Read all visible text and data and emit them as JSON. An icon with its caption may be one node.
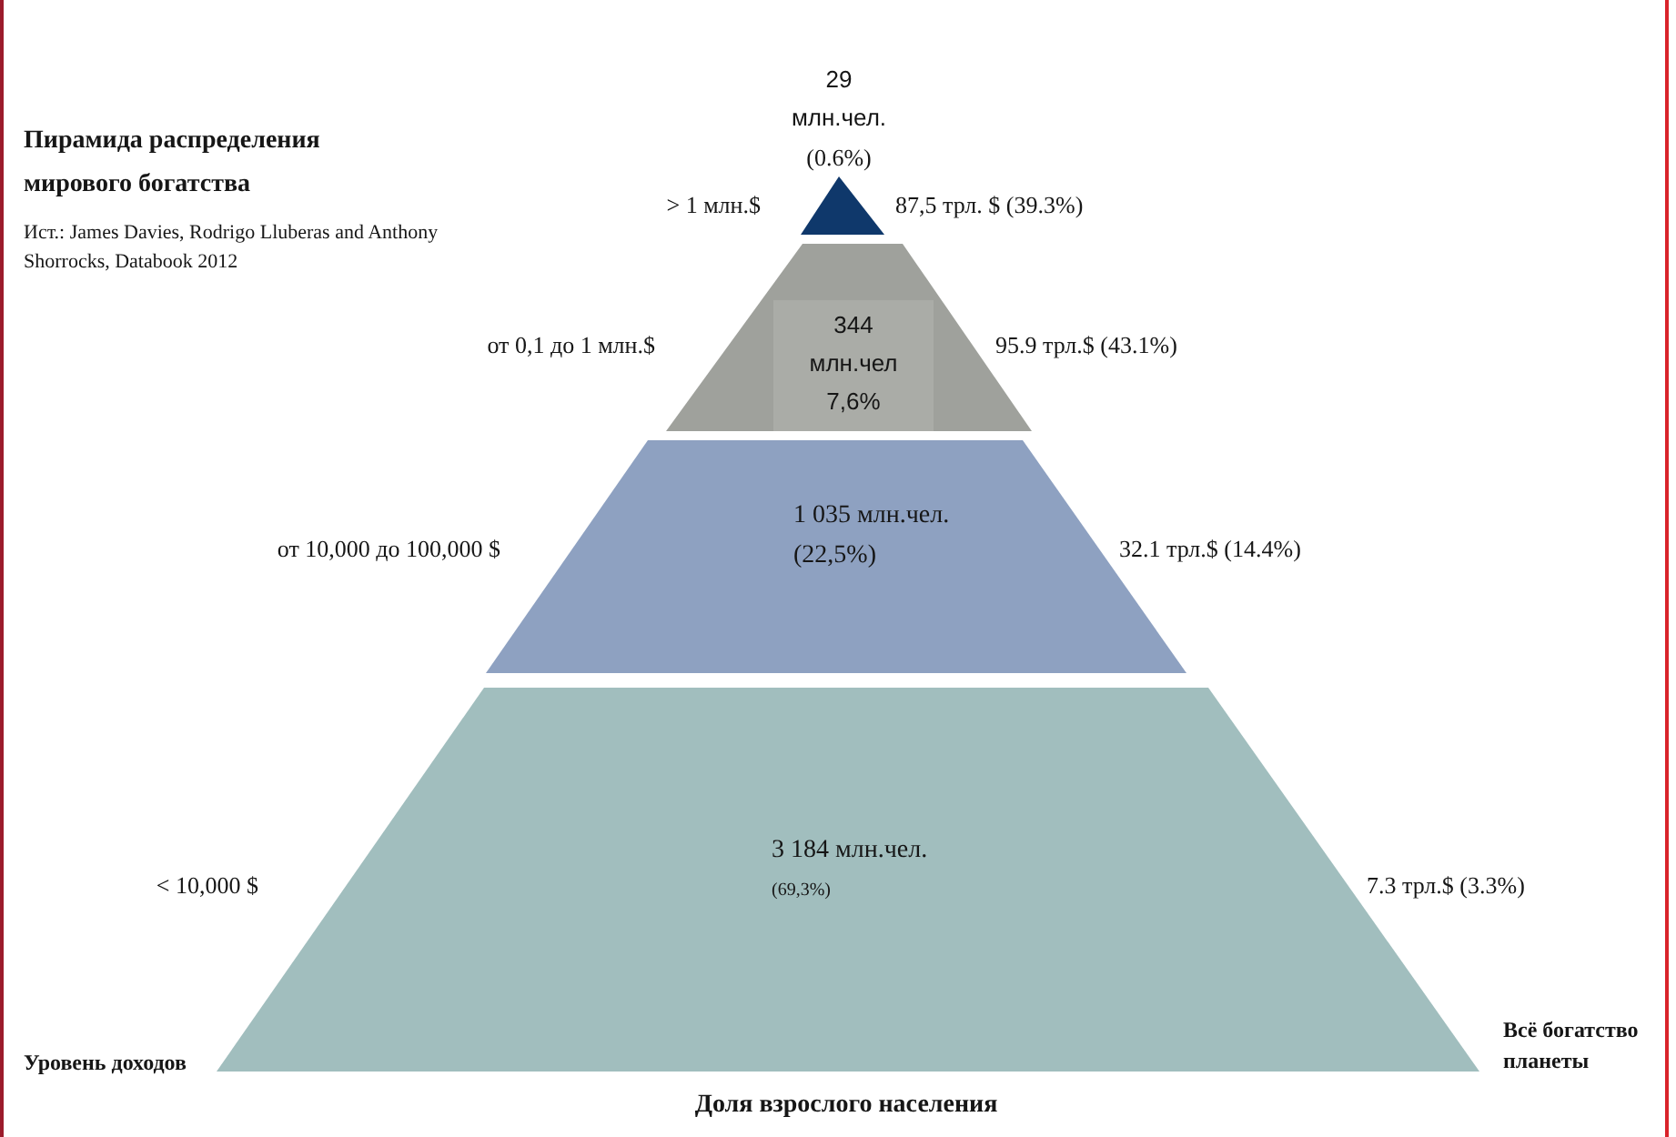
{
  "diagram": {
    "title": "Пирамида распределения мирового богатства",
    "nodes": [
      {
        "text": [
          "29 млн.чел.",
          "(0.6%)"
        ],
        "beside": [
          "> 1 млн.$",
          "87,5 трл. $ (39.3%)"
        ]
      },
      {
        "text": [
          "344 млн.чел 7,6%"
        ],
        "beside": [
          "от 0,1 до 1 млн.$",
          "95.9 трл.$ (43.1%)"
        ]
      },
      {
        "text": [
          "1 035 млн.чел. (22,5%)"
        ],
        "beside": [
          "от 10,000 до 100,000 $",
          "32.1 трл.$ (14.4%)"
        ]
      },
      {
        "text": [
          "3 184 млн.чел.",
          "(69,3%)"
        ],
        "beside": [
          "< 10,000 $",
          "7.3 трл.$ (3.3%)"
        ]
      }
    ],
    "labels": [
      "Ист.: James Davies, Rodrigo Lluberas and Anthony Shorrocks, Databook 2012",
      "Уровень доходов",
      "Всё богатство планеты",
      "Доля взрослого населения"
    ]
  }
}
